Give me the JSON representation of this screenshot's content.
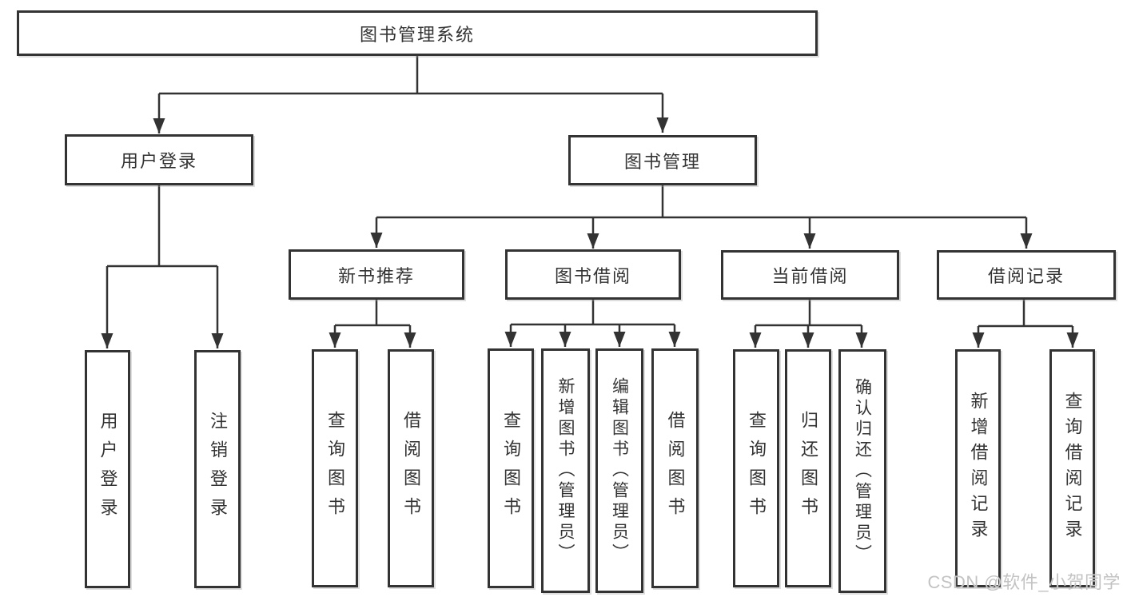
{
  "tree": {
    "root": {
      "label": "图书管理系统"
    },
    "branches": [
      {
        "label": "用户登录",
        "children": [
          {
            "label": "用户登录"
          },
          {
            "label": "注销登录"
          }
        ]
      },
      {
        "label": "图书管理",
        "children": [
          {
            "label": "新书推荐",
            "children": [
              {
                "label": "查询图书"
              },
              {
                "label": "借阅图书"
              }
            ]
          },
          {
            "label": "图书借阅",
            "children": [
              {
                "label": "查询图书"
              },
              {
                "label": "新增图书（管理员）"
              },
              {
                "label": "编辑图书（管理员）"
              },
              {
                "label": "借阅图书"
              }
            ]
          },
          {
            "label": "当前借阅",
            "children": [
              {
                "label": "查询图书"
              },
              {
                "label": "归还图书"
              },
              {
                "label": "确认归还（管理员）"
              }
            ]
          },
          {
            "label": "借阅记录",
            "children": [
              {
                "label": "新增借阅记录"
              },
              {
                "label": "查询借阅记录"
              }
            ]
          }
        ]
      }
    ]
  },
  "watermark": {
    "text": "CSDN @软件_小贺同学"
  },
  "colors": {
    "line": "#333333",
    "box_border": "#333333",
    "text": "#333333",
    "watermark": "#c3c3c3"
  }
}
